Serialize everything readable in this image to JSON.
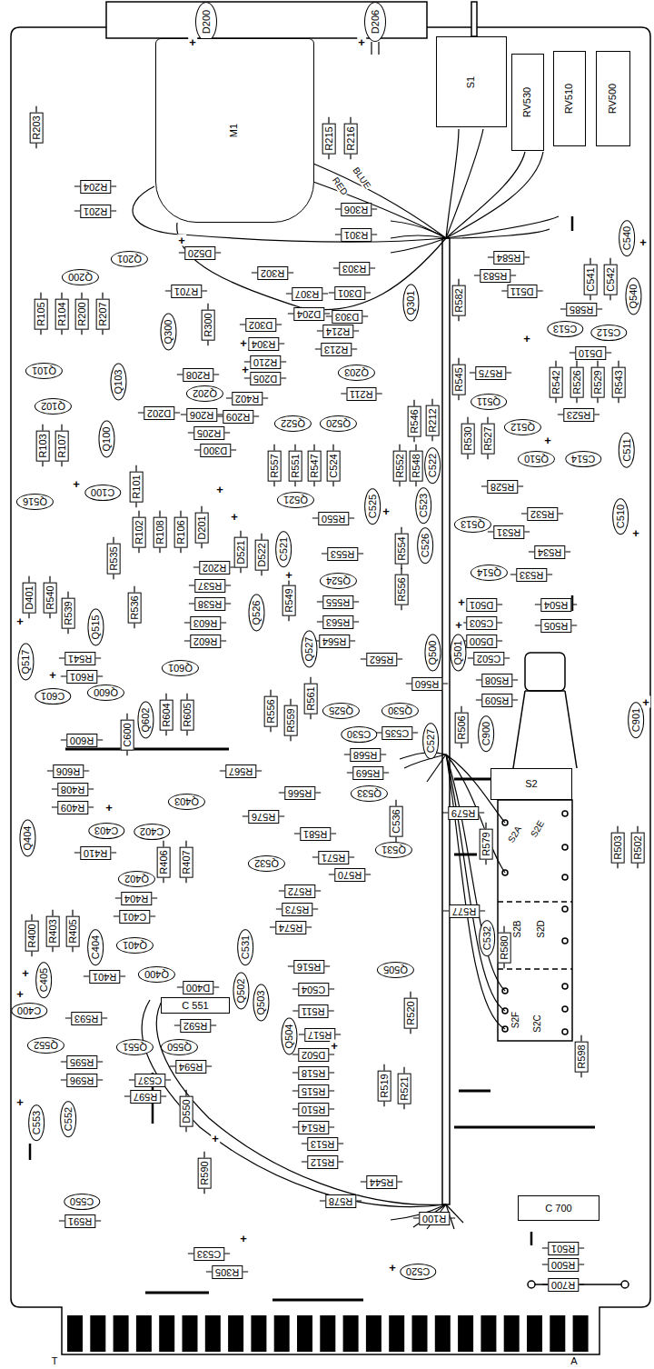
{
  "diagram": {
    "nodes": [
      {
        "text": [
          "D200"
        ]
      },
      {
        "text": [
          "D206"
        ]
      },
      {
        "text": [
          "M1"
        ]
      },
      {
        "text": [
          "S1"
        ]
      },
      {
        "text": [
          "RV530"
        ]
      },
      {
        "text": [
          "RV510"
        ]
      },
      {
        "text": [
          "RV500"
        ]
      },
      {
        "text": [
          "R203"
        ]
      },
      {
        "text": [
          "R215"
        ]
      },
      {
        "text": [
          "R216"
        ]
      },
      {
        "text": [
          "R204"
        ]
      },
      {
        "text": [
          "R201"
        ]
      },
      {
        "text": [
          "R306"
        ]
      },
      {
        "text": [
          "R301"
        ]
      },
      {
        "text": [
          "C540"
        ]
      },
      {
        "text": [
          "R584"
        ]
      },
      {
        "text": [
          "R583"
        ]
      },
      {
        "text": [
          "Q200"
        ]
      },
      {
        "text": [
          "Q201"
        ]
      },
      {
        "text": [
          "D520"
        ]
      },
      {
        "text": [
          "R302"
        ]
      },
      {
        "text": [
          "R303"
        ]
      },
      {
        "text": [
          "D301"
        ]
      },
      {
        "text": [
          "Q301"
        ]
      },
      {
        "text": [
          "R582"
        ]
      },
      {
        "text": [
          "D511"
        ]
      },
      {
        "text": [
          "C541"
        ]
      },
      {
        "text": [
          "C542"
        ]
      },
      {
        "text": [
          "Q540"
        ]
      },
      {
        "text": [
          "R585"
        ]
      },
      {
        "text": [
          "R701"
        ]
      },
      {
        "text": [
          "R307"
        ]
      },
      {
        "text": [
          "D204"
        ]
      },
      {
        "text": [
          "D303"
        ]
      },
      {
        "text": [
          "R105"
        ]
      },
      {
        "text": [
          "R104"
        ]
      },
      {
        "text": [
          "R200"
        ]
      },
      {
        "text": [
          "R207"
        ]
      },
      {
        "text": [
          "Q300"
        ]
      },
      {
        "text": [
          "R300"
        ]
      },
      {
        "text": [
          "D302"
        ]
      },
      {
        "text": [
          "R214"
        ]
      },
      {
        "text": [
          "C513"
        ]
      },
      {
        "text": [
          "C512"
        ]
      },
      {
        "text": [
          "R304"
        ]
      },
      {
        "text": [
          "R213"
        ]
      },
      {
        "text": [
          "D510"
        ]
      },
      {
        "text": [
          "R210"
        ]
      },
      {
        "text": [
          "Q101"
        ]
      },
      {
        "text": [
          "D205"
        ]
      },
      {
        "text": [
          "Q203"
        ]
      },
      {
        "text": [
          "R575"
        ]
      },
      {
        "text": [
          "Q103"
        ]
      },
      {
        "text": [
          "R208"
        ]
      },
      {
        "text": [
          "R211"
        ]
      },
      {
        "text": [
          "Q202"
        ]
      },
      {
        "text": [
          "Q102"
        ]
      },
      {
        "text": [
          "R402"
        ]
      },
      {
        "text": [
          "R542"
        ]
      },
      {
        "text": [
          "R526"
        ]
      },
      {
        "text": [
          "R529"
        ]
      },
      {
        "text": [
          "R543"
        ]
      },
      {
        "text": [
          "R545"
        ]
      },
      {
        "text": [
          "Q511"
        ]
      },
      {
        "text": [
          "D202"
        ]
      },
      {
        "text": [
          "R206"
        ]
      },
      {
        "text": [
          "R209"
        ]
      },
      {
        "text": [
          "R546"
        ]
      },
      {
        "text": [
          "R212"
        ]
      },
      {
        "text": [
          "Q520"
        ]
      },
      {
        "text": [
          "Q522"
        ]
      },
      {
        "text": [
          "R205"
        ]
      },
      {
        "text": [
          "R530"
        ]
      },
      {
        "text": [
          "R527"
        ]
      },
      {
        "text": [
          "Q512"
        ]
      },
      {
        "text": [
          "R523"
        ]
      },
      {
        "text": [
          "R103"
        ]
      },
      {
        "text": [
          "R107"
        ]
      },
      {
        "text": [
          "Q100"
        ]
      },
      {
        "text": [
          "D300"
        ]
      },
      {
        "text": [
          "R557"
        ]
      },
      {
        "text": [
          "R551"
        ]
      },
      {
        "text": [
          "R547"
        ]
      },
      {
        "text": [
          "C524"
        ]
      },
      {
        "text": [
          "R552"
        ]
      },
      {
        "text": [
          "R548"
        ]
      },
      {
        "text": [
          "C522"
        ]
      },
      {
        "text": [
          "Q510"
        ]
      },
      {
        "text": [
          "C514"
        ]
      },
      {
        "text": [
          "C511"
        ]
      },
      {
        "text": [
          "C100"
        ]
      },
      {
        "text": [
          "R101"
        ]
      },
      {
        "text": [
          "Q521"
        ]
      },
      {
        "text": [
          "R528"
        ]
      },
      {
        "text": [
          "Q516"
        ]
      },
      {
        "text": [
          "R550"
        ]
      },
      {
        "text": [
          "C525"
        ]
      },
      {
        "text": [
          "C523"
        ]
      },
      {
        "text": [
          "Q513"
        ]
      },
      {
        "text": [
          "R532"
        ]
      },
      {
        "text": [
          "R531"
        ]
      },
      {
        "text": [
          "C510"
        ]
      },
      {
        "text": [
          "R102"
        ]
      },
      {
        "text": [
          "R108"
        ]
      },
      {
        "text": [
          "R106"
        ]
      },
      {
        "text": [
          "D201"
        ]
      },
      {
        "text": [
          "C526"
        ]
      },
      {
        "text": [
          "R534"
        ]
      },
      {
        "text": [
          "D521"
        ]
      },
      {
        "text": [
          "D522"
        ]
      },
      {
        "text": [
          "C521"
        ]
      },
      {
        "text": [
          "R553"
        ]
      },
      {
        "text": [
          "R554"
        ]
      },
      {
        "text": [
          "R535"
        ]
      },
      {
        "text": [
          "R202"
        ]
      },
      {
        "text": [
          "R537"
        ]
      },
      {
        "text": [
          "Q524"
        ]
      },
      {
        "text": [
          "Q514"
        ]
      },
      {
        "text": [
          "R533"
        ]
      },
      {
        "text": [
          "R556"
        ]
      },
      {
        "text": [
          "D401"
        ]
      },
      {
        "text": [
          "R540"
        ]
      },
      {
        "text": [
          "R539"
        ]
      },
      {
        "text": [
          "R536"
        ]
      },
      {
        "text": [
          "R538"
        ]
      },
      {
        "text": [
          "R555"
        ]
      },
      {
        "text": [
          "D501"
        ]
      },
      {
        "text": [
          "R504"
        ]
      },
      {
        "text": [
          "Q526"
        ]
      },
      {
        "text": [
          "R549"
        ]
      },
      {
        "text": [
          "R603"
        ]
      },
      {
        "text": [
          "C503"
        ]
      },
      {
        "text": [
          "R563"
        ]
      },
      {
        "text": [
          "R505"
        ]
      },
      {
        "text": [
          "Q515"
        ]
      },
      {
        "text": [
          "R602"
        ]
      },
      {
        "text": [
          "D500"
        ]
      },
      {
        "text": [
          "R564"
        ]
      },
      {
        "text": [
          "Q527"
        ]
      },
      {
        "text": [
          "Q500"
        ]
      },
      {
        "text": [
          "Q501"
        ]
      },
      {
        "text": [
          "C502"
        ]
      },
      {
        "text": [
          "Q517"
        ]
      },
      {
        "text": [
          "R541"
        ]
      },
      {
        "text": [
          "R562"
        ]
      },
      {
        "text": [
          "Q601"
        ]
      },
      {
        "text": [
          "R601"
        ]
      },
      {
        "text": [
          "R508"
        ]
      },
      {
        "text": [
          "R560"
        ]
      },
      {
        "text": [
          "Q600"
        ]
      },
      {
        "text": [
          "C601"
        ]
      },
      {
        "text": [
          "R509"
        ]
      },
      {
        "text": [
          "R561"
        ]
      },
      {
        "text": [
          "R556"
        ]
      },
      {
        "text": [
          "R559"
        ]
      },
      {
        "text": [
          "Q525"
        ]
      },
      {
        "text": [
          "Q530"
        ]
      },
      {
        "text": [
          "C901"
        ]
      },
      {
        "text": [
          "Q602"
        ]
      },
      {
        "text": [
          "R604"
        ]
      },
      {
        "text": [
          "R605"
        ]
      },
      {
        "text": [
          "C530"
        ]
      },
      {
        "text": [
          "C535"
        ]
      },
      {
        "text": [
          "C527"
        ]
      },
      {
        "text": [
          "R506"
        ]
      },
      {
        "text": [
          "C900"
        ]
      },
      {
        "text": [
          "C600"
        ]
      },
      {
        "text": [
          "R600"
        ]
      },
      {
        "text": [
          "R568"
        ]
      },
      {
        "text": [
          "R606"
        ]
      },
      {
        "text": [
          "R567"
        ]
      },
      {
        "text": [
          "R569"
        ]
      },
      {
        "text": [
          "S2"
        ]
      },
      {
        "text": [
          "R408"
        ]
      },
      {
        "text": [
          "R566"
        ]
      },
      {
        "text": [
          "Q533"
        ]
      },
      {
        "text": [
          "Q403"
        ]
      },
      {
        "text": [
          "R409"
        ]
      },
      {
        "text": [
          "R576"
        ]
      },
      {
        "text": [
          "C536"
        ]
      },
      {
        "text": [
          "R579"
        ]
      },
      {
        "text": [
          "Q404"
        ]
      },
      {
        "text": [
          "C403"
        ]
      },
      {
        "text": [
          "C402"
        ]
      },
      {
        "text": [
          "R581"
        ]
      },
      {
        "text": [
          "Q531"
        ]
      },
      {
        "text": [
          "R579"
        ]
      },
      {
        "text": [
          "R503"
        ]
      },
      {
        "text": [
          "R502"
        ]
      },
      {
        "text": [
          "R410"
        ]
      },
      {
        "text": [
          "R406"
        ]
      },
      {
        "text": [
          "R407"
        ]
      },
      {
        "text": [
          "R571"
        ]
      },
      {
        "text": [
          "Q532"
        ]
      },
      {
        "text": [
          "R570"
        ]
      },
      {
        "text": [
          "Q402"
        ]
      },
      {
        "text": [
          "R572"
        ]
      },
      {
        "text": [
          "R404"
        ]
      },
      {
        "text": [
          "R573"
        ]
      },
      {
        "text": [
          "C401"
        ]
      },
      {
        "text": [
          "R403"
        ]
      },
      {
        "text": [
          "R400"
        ]
      },
      {
        "text": [
          "R405"
        ]
      },
      {
        "text": [
          "R577"
        ]
      },
      {
        "text": [
          "R574"
        ]
      },
      {
        "text": [
          "C532"
        ]
      },
      {
        "text": [
          "C404"
        ]
      },
      {
        "text": [
          "Q401"
        ]
      },
      {
        "text": [
          "C531"
        ]
      },
      {
        "text": [
          "R580"
        ]
      },
      {
        "text": [
          "R401"
        ]
      },
      {
        "text": [
          "Q400"
        ]
      },
      {
        "text": [
          "R516"
        ]
      },
      {
        "text": [
          "Q505"
        ]
      },
      {
        "text": [
          "C405"
        ]
      },
      {
        "text": [
          "D400"
        ]
      },
      {
        "text": [
          "Q502"
        ]
      },
      {
        "text": [
          "Q503"
        ]
      },
      {
        "text": [
          "C504"
        ]
      },
      {
        "text": [
          "C400"
        ]
      },
      {
        "text": [
          "C 551"
        ]
      },
      {
        "text": [
          "R511"
        ]
      },
      {
        "text": [
          "R520"
        ]
      },
      {
        "text": [
          "R593"
        ]
      },
      {
        "text": [
          "R592"
        ]
      },
      {
        "text": [
          "Q504"
        ]
      },
      {
        "text": [
          "R517"
        ]
      },
      {
        "text": [
          "Q552"
        ]
      },
      {
        "text": [
          "Q551"
        ]
      },
      {
        "text": [
          "Q550"
        ]
      },
      {
        "text": [
          "D502"
        ]
      },
      {
        "text": [
          "R598"
        ]
      },
      {
        "text": [
          "R595"
        ]
      },
      {
        "text": [
          "R594"
        ]
      },
      {
        "text": [
          "R518"
        ]
      },
      {
        "text": [
          "R596"
        ]
      },
      {
        "text": [
          "C537"
        ]
      },
      {
        "text": [
          "R519"
        ]
      },
      {
        "text": [
          "R521"
        ]
      },
      {
        "text": [
          "R597"
        ]
      },
      {
        "text": [
          "R515"
        ]
      },
      {
        "text": [
          "R510"
        ]
      },
      {
        "text": [
          "D550"
        ]
      },
      {
        "text": [
          "C553"
        ]
      },
      {
        "text": [
          "C552"
        ]
      },
      {
        "text": [
          "R514"
        ]
      },
      {
        "text": [
          "R513"
        ]
      },
      {
        "text": [
          "R512"
        ]
      },
      {
        "text": [
          "R590"
        ]
      },
      {
        "text": [
          "R544"
        ]
      },
      {
        "text": [
          "R578"
        ]
      },
      {
        "text": [
          "C550"
        ]
      },
      {
        "text": [
          "C 700"
        ]
      },
      {
        "text": [
          "R591"
        ]
      },
      {
        "text": [
          "R100"
        ]
      },
      {
        "text": [
          "R501"
        ]
      },
      {
        "text": [
          "R500"
        ]
      },
      {
        "text": [
          "C533"
        ]
      },
      {
        "text": [
          "C520"
        ]
      },
      {
        "text": [
          "R305"
        ]
      },
      {
        "text": [
          "R700"
        ]
      }
    ],
    "labels": [
      "BLUE",
      "RED",
      "S2A",
      "S2E",
      "S2B",
      "S2D",
      "S2F",
      "S2C",
      "T",
      "A",
      "+",
      "+",
      "+",
      "+",
      "+",
      "+",
      "+",
      "+",
      "+",
      "+",
      "+",
      "+",
      "+",
      "+",
      "+",
      "+",
      "+",
      "+",
      "+",
      "+",
      "+",
      "+",
      "+",
      "+",
      "+",
      "+",
      "+"
    ]
  }
}
